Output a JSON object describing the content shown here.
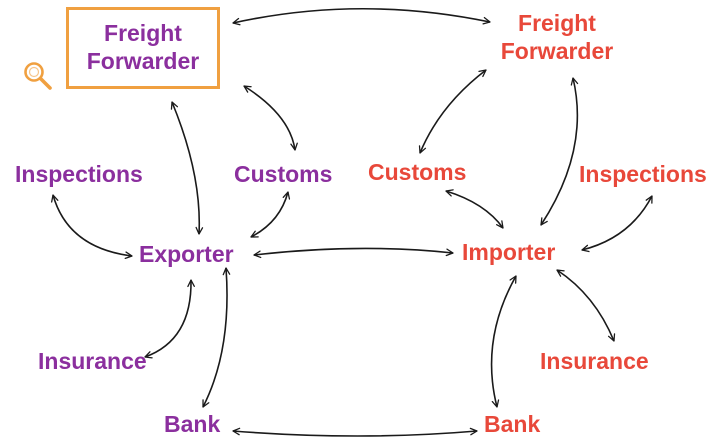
{
  "colors": {
    "exporter_side": "#8b2f9e",
    "importer_side": "#e8483a",
    "highlight": "#f0a040",
    "arrow": "#1a1a1a"
  },
  "exporter": {
    "freight_forwarder": [
      "Freight",
      "Forwarder"
    ],
    "inspections": "Inspections",
    "customs": "Customs",
    "exporter": "Exporter",
    "insurance": "Insurance",
    "bank": "Bank"
  },
  "importer": {
    "freight_forwarder": [
      "Freight",
      "Forwarder"
    ],
    "customs": "Customs",
    "inspections": "Inspections",
    "importer": "Importer",
    "insurance": "Insurance",
    "bank": "Bank"
  },
  "highlight_icon": "magnifier-icon",
  "connections": [
    [
      "exporter.freight_forwarder",
      "importer.freight_forwarder"
    ],
    [
      "exporter.freight_forwarder",
      "exporter.exporter"
    ],
    [
      "exporter.freight_forwarder",
      "exporter.customs"
    ],
    [
      "exporter.customs",
      "exporter.exporter"
    ],
    [
      "exporter.inspections",
      "exporter.exporter"
    ],
    [
      "exporter.exporter",
      "importer.importer"
    ],
    [
      "exporter.exporter",
      "exporter.insurance"
    ],
    [
      "exporter.exporter",
      "exporter.bank"
    ],
    [
      "exporter.bank",
      "importer.bank"
    ],
    [
      "importer.freight_forwarder",
      "importer.customs"
    ],
    [
      "importer.freight_forwarder",
      "importer.importer"
    ],
    [
      "importer.customs",
      "importer.importer"
    ],
    [
      "importer.inspections",
      "importer.importer"
    ],
    [
      "importer.importer",
      "importer.insurance"
    ],
    [
      "importer.importer",
      "importer.bank"
    ]
  ]
}
